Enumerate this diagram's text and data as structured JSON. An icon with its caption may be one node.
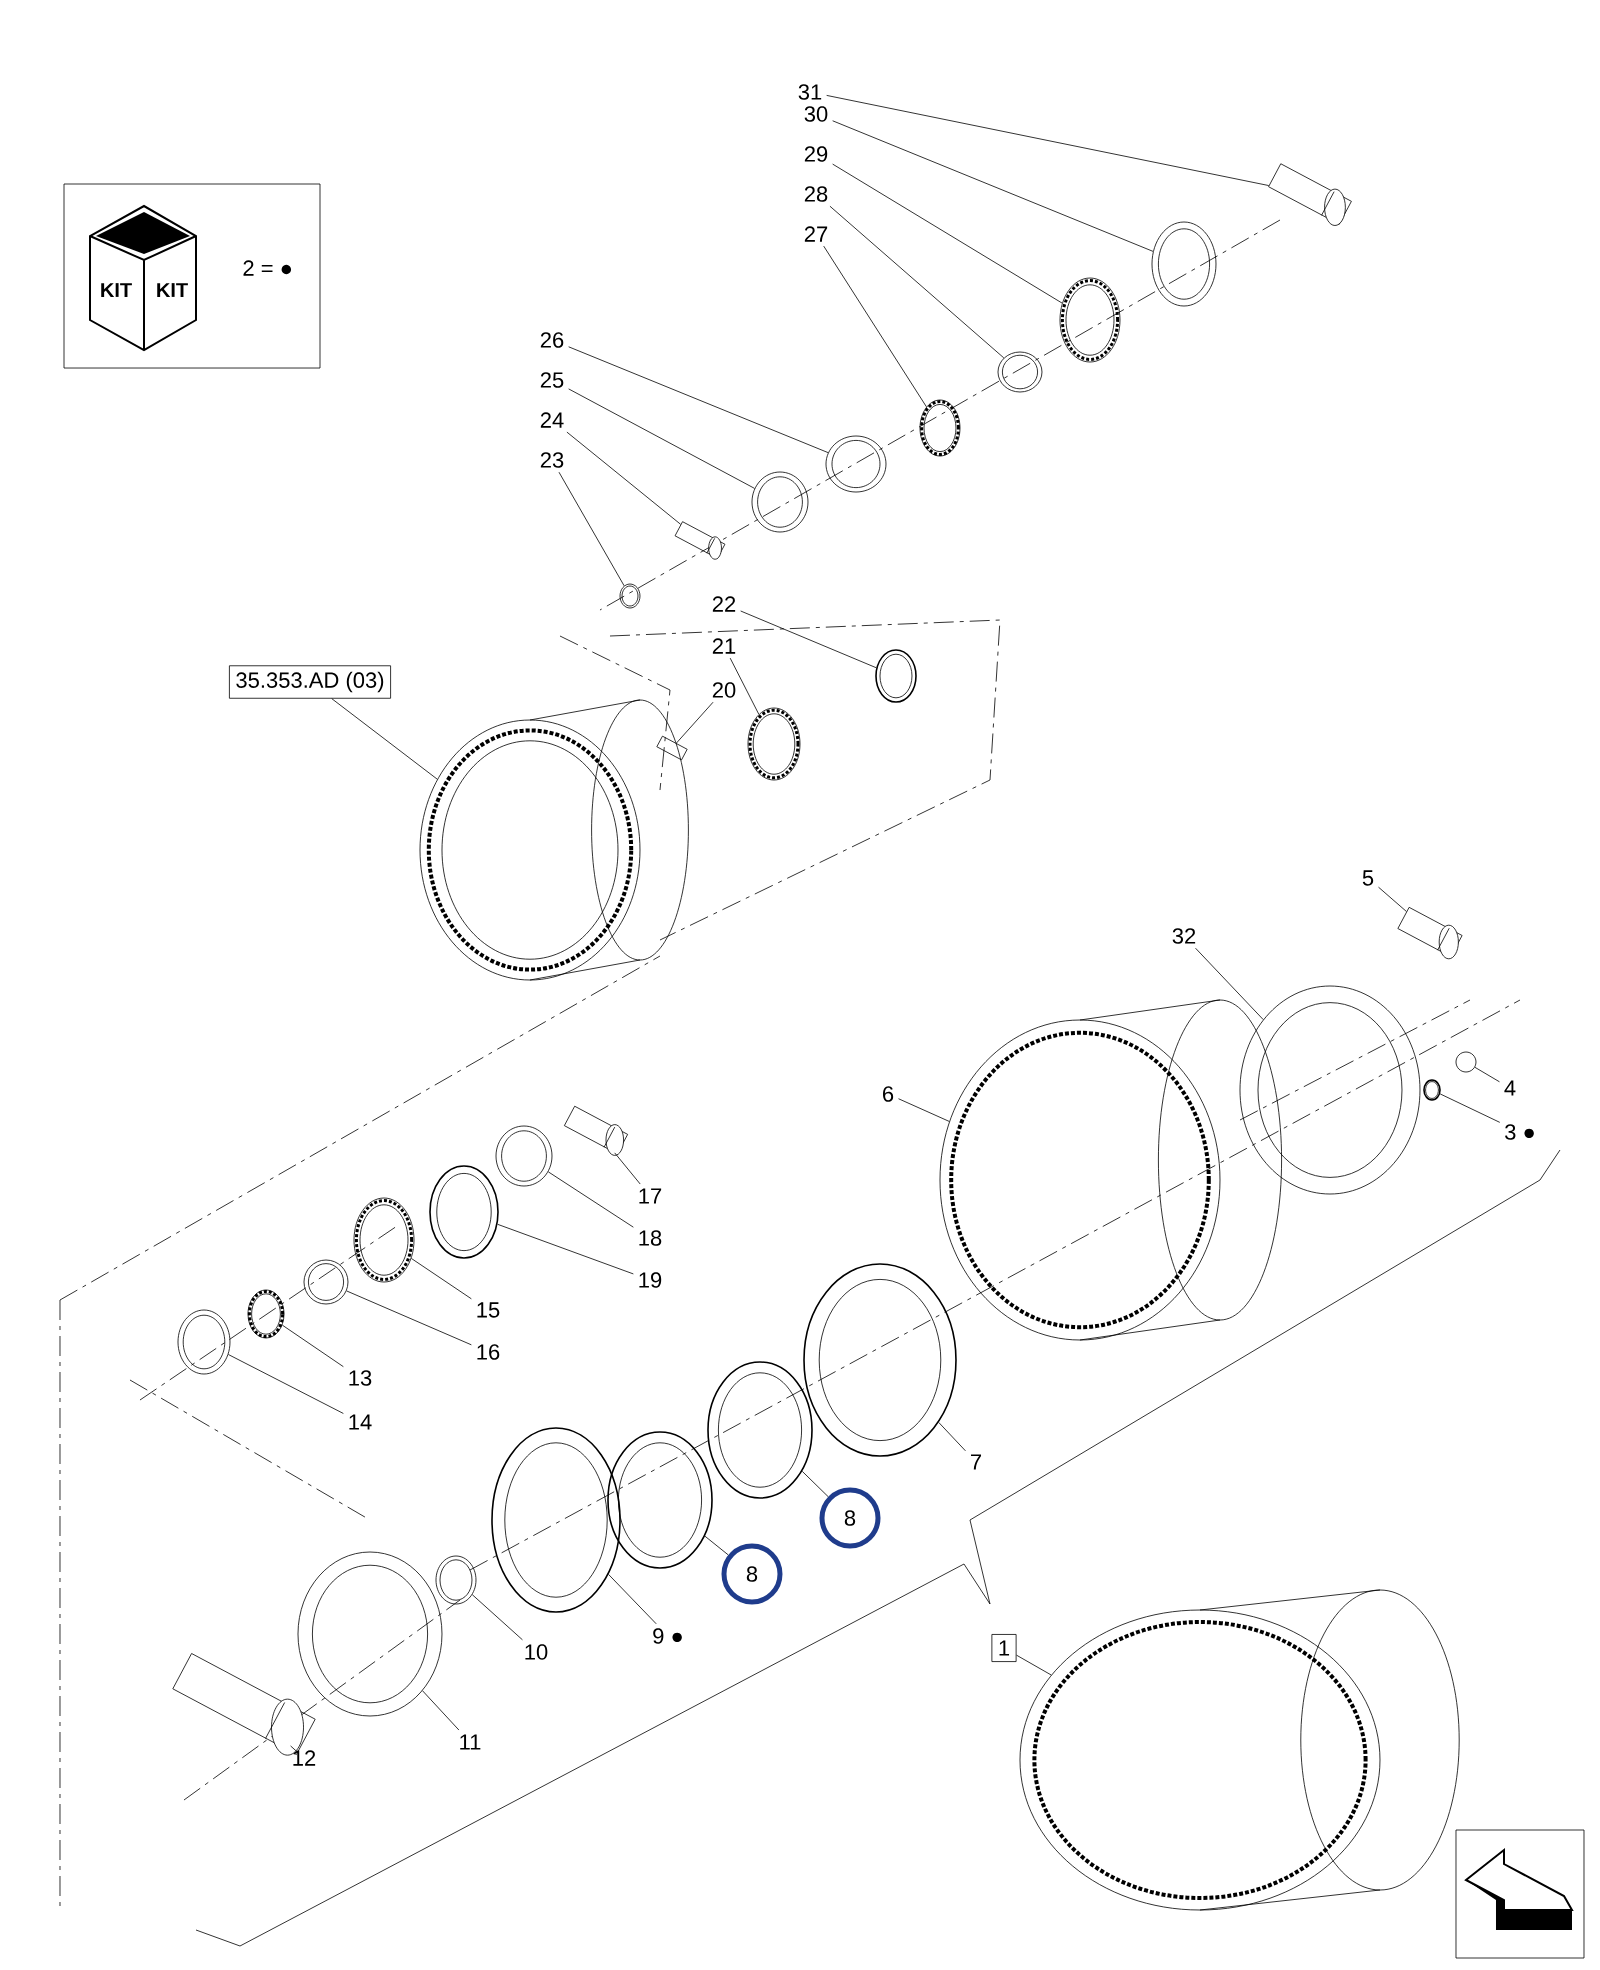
{
  "diagram": {
    "nodes": [
      {
        "text": [
          "31"
        ]
      },
      {
        "text": [],
        "shape": "picture"
      },
      {
        "text": [
          "30"
        ]
      },
      {
        "text": [],
        "shape": "picture"
      },
      {
        "text": [
          "29"
        ]
      },
      {
        "text": [],
        "shape": "picture"
      },
      {
        "text": [
          "28"
        ]
      },
      {
        "text": [],
        "shape": "picture"
      },
      {
        "text": [
          "27"
        ]
      },
      {
        "text": [],
        "shape": "picture"
      },
      {
        "text": [
          "26"
        ]
      },
      {
        "text": [],
        "shape": "picture"
      },
      {
        "text": [
          "25"
        ]
      },
      {
        "text": [],
        "shape": "picture"
      },
      {
        "text": [
          "24"
        ]
      },
      {
        "text": [],
        "shape": "picture"
      },
      {
        "text": [
          "23"
        ]
      },
      {
        "text": [],
        "shape": "picture"
      },
      {
        "text": [
          "22"
        ]
      },
      {
        "text": [],
        "shape": "picture"
      },
      {
        "text": [
          "21"
        ]
      },
      {
        "text": [],
        "shape": "picture"
      },
      {
        "text": [
          "20"
        ]
      },
      {
        "text": [],
        "shape": "picture"
      },
      {
        "text": [
          "35.353.AD (03)"
        ]
      },
      {
        "text": [],
        "shape": "picture"
      },
      {
        "text": [
          "5"
        ]
      },
      {
        "text": [],
        "shape": "picture"
      },
      {
        "text": [
          "32"
        ]
      },
      {
        "text": [],
        "shape": "picture"
      },
      {
        "text": [
          "4"
        ]
      },
      {
        "text": [],
        "shape": "circle"
      },
      {
        "text": [
          "3 ●"
        ]
      },
      {
        "text": [],
        "shape": "picture"
      },
      {
        "text": [
          "6"
        ]
      },
      {
        "text": [],
        "shape": "picture"
      },
      {
        "text": [
          "17"
        ]
      },
      {
        "text": [],
        "shape": "picture"
      },
      {
        "text": [
          "18"
        ]
      },
      {
        "text": [],
        "shape": "picture"
      },
      {
        "text": [
          "19"
        ]
      },
      {
        "text": [],
        "shape": "picture"
      },
      {
        "text": [
          "15"
        ]
      },
      {
        "text": [],
        "shape": "picture"
      },
      {
        "text": [
          "16"
        ]
      },
      {
        "text": [],
        "shape": "picture"
      },
      {
        "text": [
          "13"
        ]
      },
      {
        "text": [],
        "shape": "picture"
      },
      {
        "text": [
          "14"
        ]
      },
      {
        "text": [],
        "shape": "picture"
      },
      {
        "text": [
          "7"
        ]
      },
      {
        "text": [],
        "shape": "picture"
      },
      {
        "text": [
          "8"
        ]
      },
      {
        "text": [],
        "shape": "picture"
      },
      {
        "text": [
          "8"
        ]
      },
      {
        "text": [],
        "shape": "picture"
      },
      {
        "text": [
          "9 ●"
        ]
      },
      {
        "text": [],
        "shape": "picture"
      },
      {
        "text": [
          "10"
        ]
      },
      {
        "text": [],
        "shape": "picture"
      },
      {
        "text": [
          "11"
        ]
      },
      {
        "text": [],
        "shape": "picture"
      },
      {
        "text": [
          "12"
        ]
      },
      {
        "text": [],
        "shape": "picture"
      },
      {
        "text": [
          "1"
        ]
      },
      {
        "text": [],
        "shape": "picture"
      },
      {
        "text": [
          "KIT",
          "KIT",
          "2 = ●"
        ]
      }
    ],
    "edges": [
      {
        "from": 0,
        "to": 1,
        "arrow": "none"
      },
      {
        "from": 2,
        "to": 3,
        "arrow": "none"
      },
      {
        "from": 4,
        "to": 5,
        "arrow": "none"
      },
      {
        "from": 6,
        "to": 7,
        "arrow": "none"
      },
      {
        "from": 8,
        "to": 9,
        "arrow": "none"
      },
      {
        "from": 10,
        "to": 11,
        "arrow": "none"
      },
      {
        "from": 12,
        "to": 13,
        "arrow": "none"
      },
      {
        "from": 14,
        "to": 15,
        "arrow": "none"
      },
      {
        "from": 16,
        "to": 17,
        "arrow": "none"
      },
      {
        "from": 18,
        "to": 19,
        "arrow": "none"
      },
      {
        "from": 20,
        "to": 21,
        "arrow": "none"
      },
      {
        "from": 22,
        "to": 23,
        "arrow": "none"
      },
      {
        "from": 24,
        "to": 25,
        "arrow": "none"
      },
      {
        "from": 26,
        "to": 27,
        "arrow": "none"
      },
      {
        "from": 28,
        "to": 29,
        "arrow": "none"
      },
      {
        "from": 30,
        "to": 31,
        "arrow": "none"
      },
      {
        "from": 32,
        "to": 33,
        "arrow": "none"
      },
      {
        "from": 34,
        "to": 35,
        "arrow": "none"
      },
      {
        "from": 36,
        "to": 37,
        "arrow": "none"
      },
      {
        "from": 38,
        "to": 39,
        "arrow": "none"
      },
      {
        "from": 40,
        "to": 41,
        "arrow": "none"
      },
      {
        "from": 42,
        "to": 43,
        "arrow": "none"
      },
      {
        "from": 44,
        "to": 45,
        "arrow": "none"
      },
      {
        "from": 46,
        "to": 47,
        "arrow": "none"
      },
      {
        "from": 48,
        "to": 49,
        "arrow": "none"
      },
      {
        "from": 50,
        "to": 51,
        "arrow": "none"
      },
      {
        "from": 52,
        "to": 53,
        "arrow": "none"
      },
      {
        "from": 54,
        "to": 55,
        "arrow": "none"
      },
      {
        "from": 56,
        "to": 57,
        "arrow": "none"
      },
      {
        "from": 58,
        "to": 59,
        "arrow": "none"
      },
      {
        "from": 60,
        "to": 61,
        "arrow": "none"
      },
      {
        "from": 62,
        "to": 63,
        "arrow": "none"
      },
      {
        "from": 64,
        "to": 65,
        "arrow": "none"
      }
    ]
  }
}
